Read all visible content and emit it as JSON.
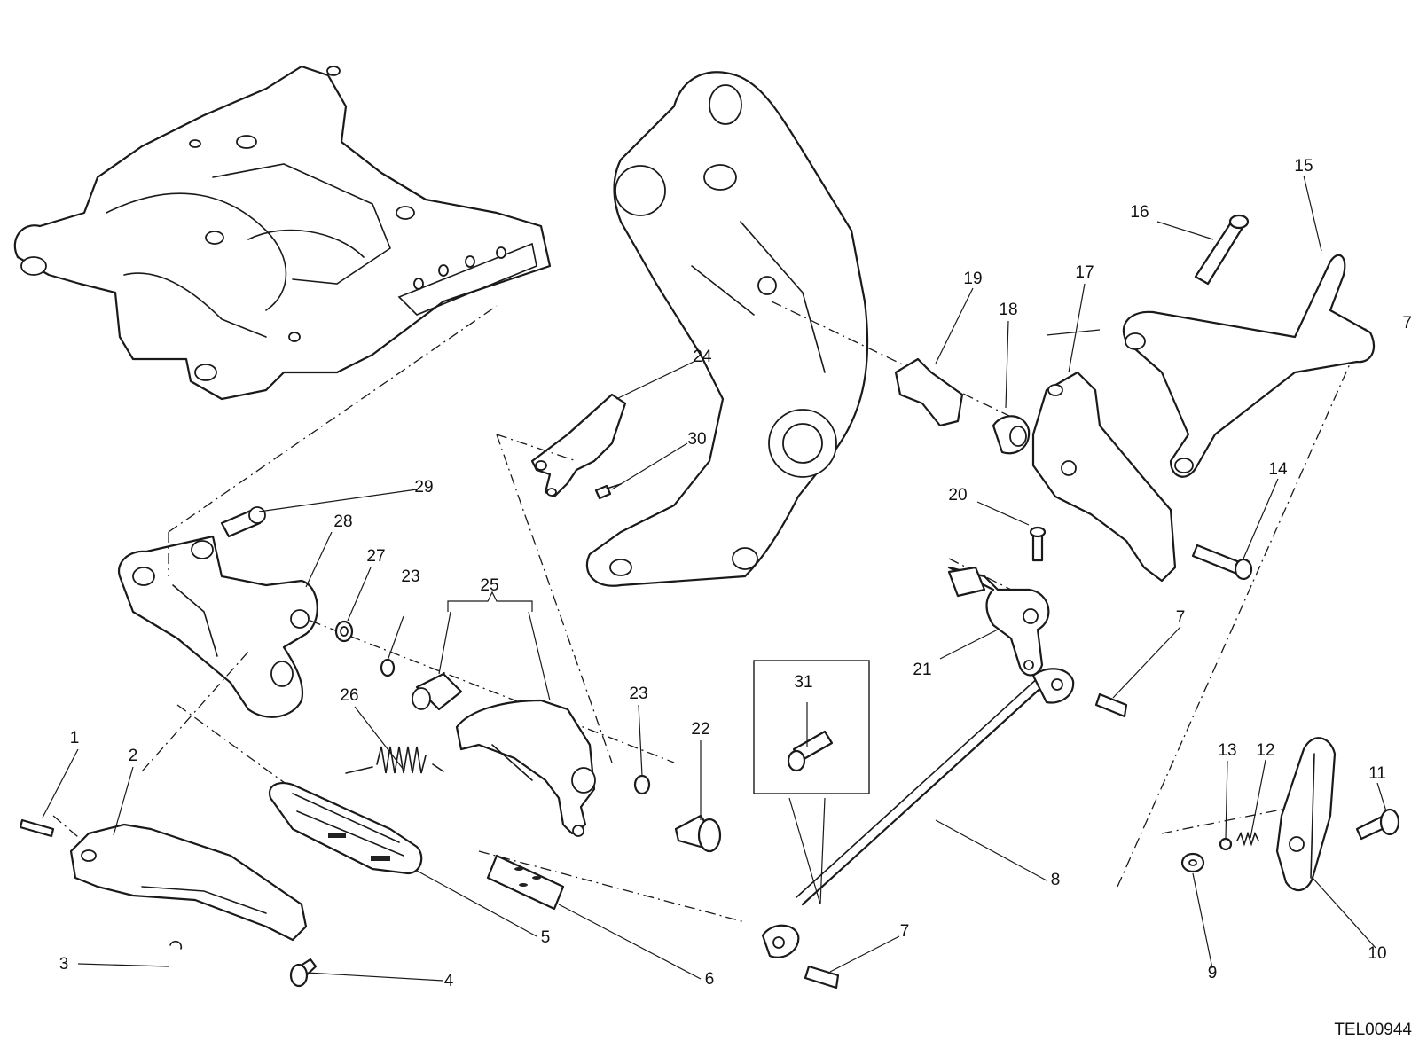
{
  "diagram": {
    "drawing_code": "TEL00944",
    "callouts": {
      "c1": "1",
      "c2": "2",
      "c3": "3",
      "c4": "4",
      "c5": "5",
      "c6": "6",
      "c7a": "7",
      "c7b": "7",
      "c7c": "7",
      "c8": "8",
      "c9": "9",
      "c10": "10",
      "c11": "11",
      "c12": "12",
      "c13": "13",
      "c14": "14",
      "c15": "15",
      "c16": "16",
      "c17": "17",
      "c18": "18",
      "c19": "19",
      "c20": "20",
      "c21": "21",
      "c22": "22",
      "c23a": "23",
      "c23b": "23",
      "c24": "24",
      "c25": "25",
      "c26": "26",
      "c27": "27",
      "c28": "28",
      "c29": "29",
      "c30": "30",
      "c31": "31"
    }
  }
}
